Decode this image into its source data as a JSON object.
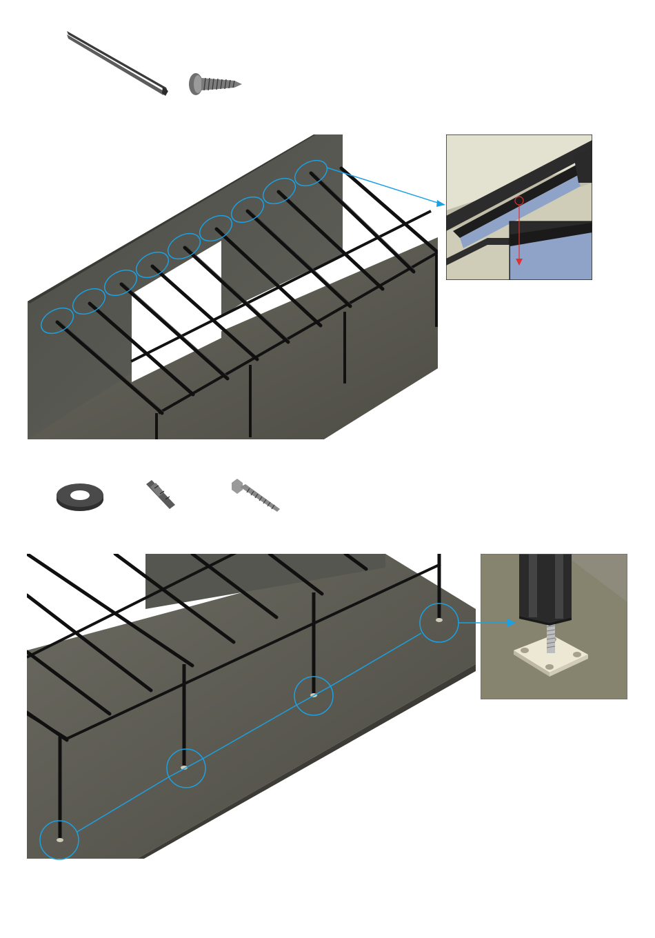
{
  "page": {
    "kind": "assembly-instructions-illustration"
  },
  "colors": {
    "callout": "#1ba1e2",
    "insert_arrow": "#e03030",
    "wall": "#56574f",
    "floor": "#5b5a50",
    "rail": "#151515",
    "inset_ceiling": "#d9d7c4",
    "insert_panel": "#8fa3c9",
    "base_plate": "#ece8d3"
  },
  "sections": [
    {
      "name": "step-rails-to-wall",
      "parts": [
        "angle-profile",
        "pan-head-screw"
      ],
      "callouts": {
        "count": 9,
        "shape": "ellipse"
      },
      "inset": "rail-end-insert-detail"
    },
    {
      "name": "step-posts-to-floor",
      "parts": [
        "washer",
        "wall-plug",
        "hex-lag-screw"
      ],
      "callouts": {
        "count": 4,
        "shape": "circle"
      },
      "inset": "post-base-plate-detail"
    }
  ]
}
